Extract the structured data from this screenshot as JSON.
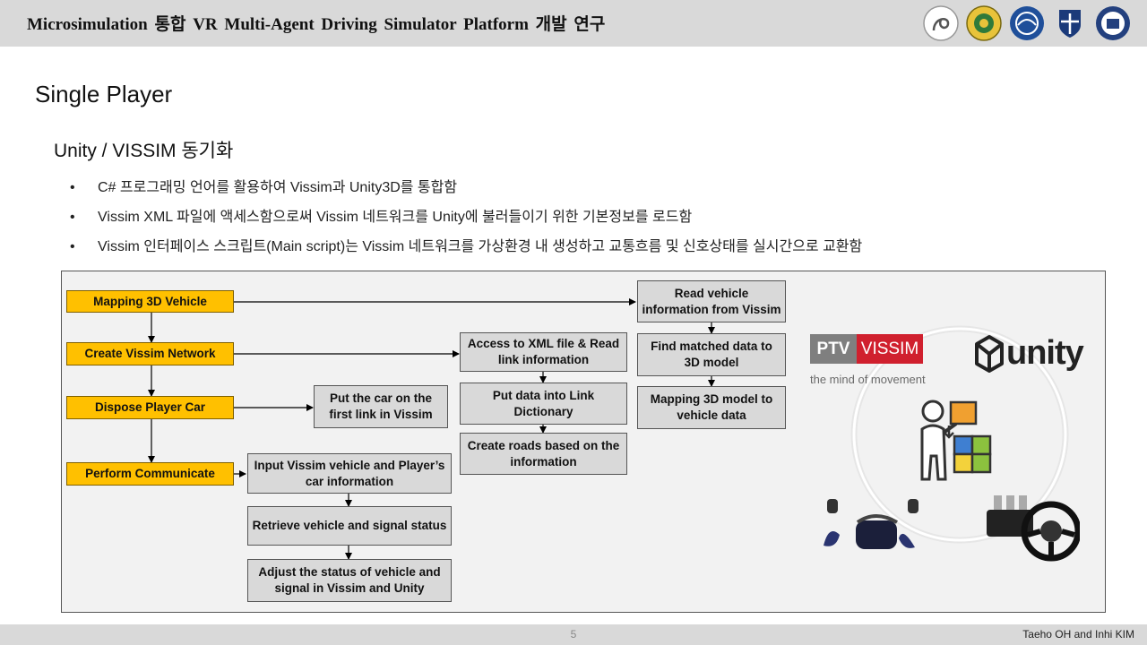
{
  "header": {
    "title": "Microsimulation 통합 VR Multi-Agent Driving Simulator Platform 개발 연구"
  },
  "logos": [
    "university-logo-icon",
    "university-seal-icon",
    "university-emblem-icon",
    "university-crest-icon",
    "institute-logo-icon"
  ],
  "page_title": "Single Player",
  "section_title": "Unity / VISSIM 동기화",
  "bullets": [
    "C# 프로그래밍 언어를 활용하여 Vissim과 Unity3D를 통합함",
    "Vissim XML 파일에 액세스함으로써 Vissim 네트워크를 Unity에 불러들이기 위한 기본정보를 로드함",
    "Vissim 인터페이스 스크립트(Main script)는 Vissim 네트워크를 가상환경 내 생성하고 교통흐름 및 신호상태를 실시간으로 교환함"
  ],
  "flow": {
    "main_steps": [
      "Mapping 3D Vehicle",
      "Create Vissim Network",
      "Dispose Player Car",
      "Perform Communicate"
    ],
    "put_car": "Put the car on the first link in Vissim",
    "comm_steps": [
      "Input Vissim vehicle and Player’s car information",
      "Retrieve vehicle and signal status",
      "Adjust the status of vehicle and signal in Vissim and Unity"
    ],
    "network_steps": [
      "Access to XML file & Read link information",
      "Put data into Link Dictionary",
      "Create roads based on the information"
    ],
    "vehicle_steps": [
      "Read vehicle information from Vissim",
      "Find matched data to 3D model",
      "Mapping 3D model to vehicle data"
    ]
  },
  "illustration": {
    "ptv": "PTV",
    "vissim": "VISSIM",
    "tagline": "the mind of movement",
    "unity": "unity",
    "ptv_color": "#7f7f7f",
    "vissim_color": "#d0202e"
  },
  "footer": {
    "page_number": "5",
    "author": "Taeho OH and Inhi KIM"
  }
}
